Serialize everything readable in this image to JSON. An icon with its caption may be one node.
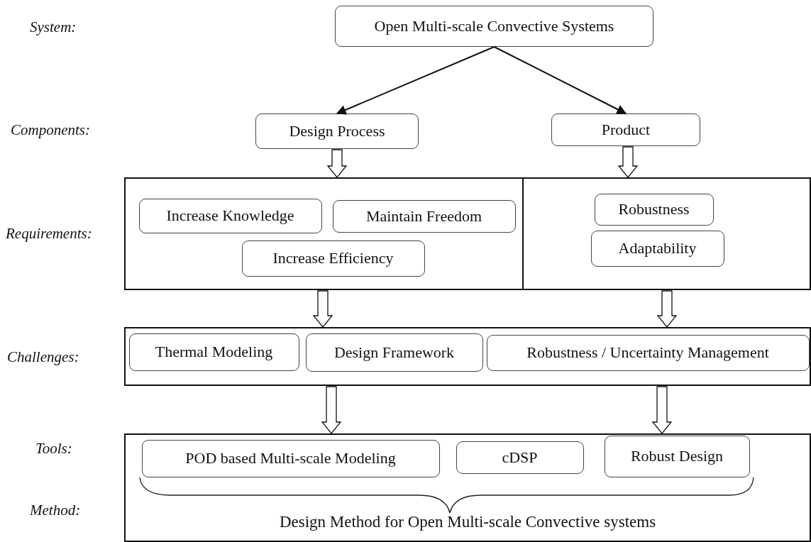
{
  "diagram": {
    "nodes": [
      {
        "text": [
          "Open Multi-scale Convective Systems"
        ]
      },
      {
        "text": [
          "Design Process"
        ]
      },
      {
        "text": [
          "Product"
        ]
      },
      {
        "text": [],
        "shape": "box"
      },
      {
        "text": [
          "Increase Knowledge"
        ],
        "in": 3
      },
      {
        "text": [
          "Maintain Freedom"
        ],
        "in": 3
      },
      {
        "text": [
          "Increase Efficiency"
        ],
        "in": 3
      },
      {
        "text": [],
        "shape": "box"
      },
      {
        "text": [
          "Robustness"
        ],
        "in": 7
      },
      {
        "text": [
          "Adaptability"
        ],
        "in": 7
      },
      {
        "text": [],
        "shape": "box"
      },
      {
        "text": [
          "Thermal Modeling"
        ],
        "in": 10
      },
      {
        "text": [
          "Design Framework"
        ],
        "in": 10
      },
      {
        "text": [
          "Robustness / Uncertainty Management"
        ],
        "in": 10
      },
      {
        "text": [
          "Design Method for Open Multi-scale Convective systems"
        ]
      },
      {
        "text": [
          "POD based Multi-scale Modeling"
        ],
        "in": 14
      },
      {
        "text": [
          "cDSP"
        ],
        "in": 14
      },
      {
        "text": [
          "Robust Design"
        ],
        "in": 14
      }
    ],
    "edges": [
      {
        "from": 0,
        "to": 1,
        "arrow": "to"
      },
      {
        "from": 0,
        "to": 2,
        "arrow": "to"
      },
      {
        "from": 1,
        "to": 3,
        "arrow": "to",
        "style": "thick"
      },
      {
        "from": 2,
        "to": 7,
        "arrow": "to",
        "style": "thick"
      },
      {
        "from": 3,
        "to": 10,
        "arrow": "to",
        "style": "thick"
      },
      {
        "from": 7,
        "to": 10,
        "arrow": "to",
        "style": "thick"
      },
      {
        "from": 10,
        "to": 14,
        "arrow": "to",
        "style": "thick"
      },
      {
        "from": 10,
        "to": 14,
        "arrow": "to",
        "style": "thick"
      }
    ],
    "labels": [
      "System:",
      "Components:",
      "Requirements:",
      "Challenges:",
      "Tools:",
      "Method:"
    ]
  }
}
